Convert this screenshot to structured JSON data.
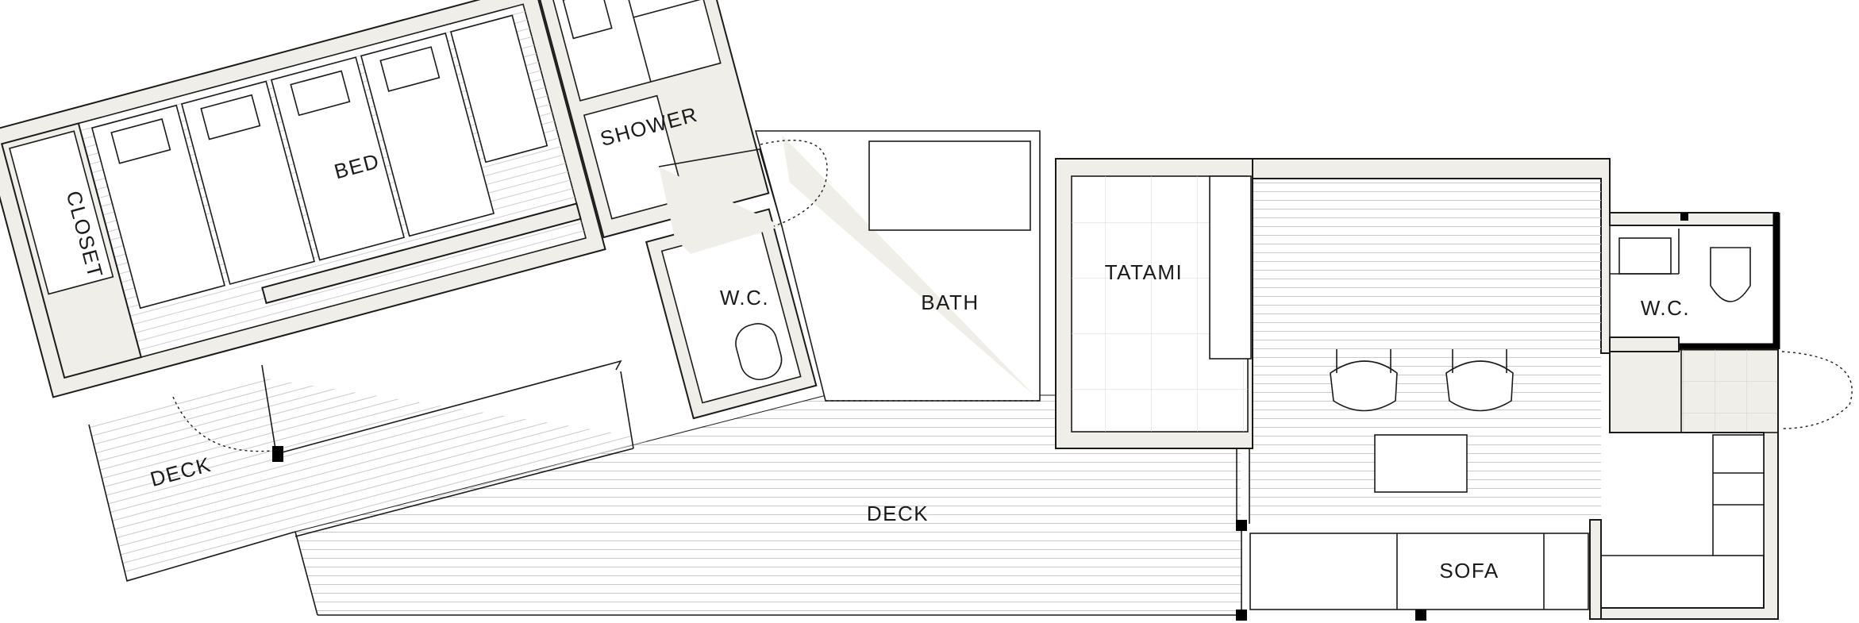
{
  "plan": {
    "colors": {
      "wall_fill": "#efeee8",
      "line": "#1a1a1a",
      "background": "#ffffff"
    },
    "labels": {
      "closet": "CLOSET",
      "bed": "BED",
      "shower": "SHOWER",
      "wc_left": "W.C.",
      "bath": "BATH",
      "tatami": "TATAMI",
      "wc_right": "W.C.",
      "deck_left": "DECK",
      "deck_main": "DECK",
      "sofa": "SOFA"
    }
  }
}
